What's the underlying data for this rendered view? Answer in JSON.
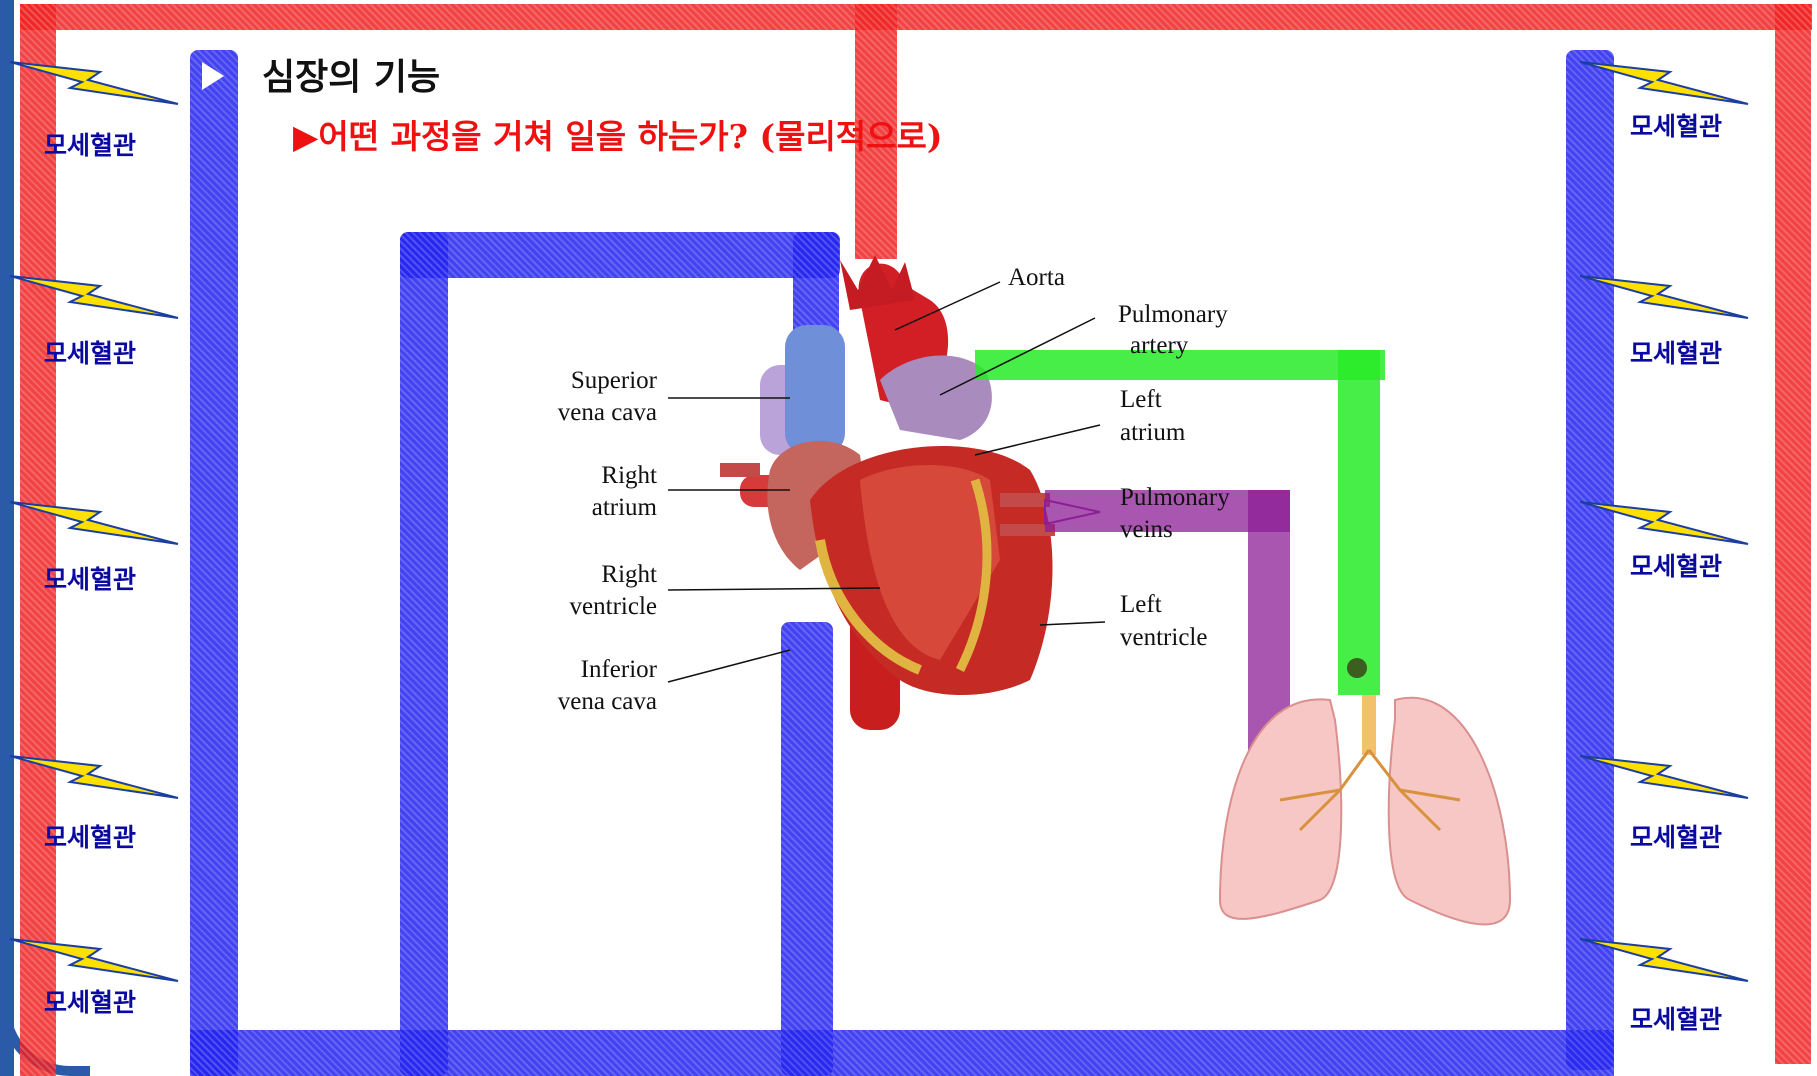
{
  "title": "심장의 기능",
  "subtitle": "▶어떤 과정을 거쳐 일을 하는가? (물리적으로)",
  "capillary_label": "모세혈관",
  "left_capillaries": [
    "모세혈관",
    "모세혈관",
    "모세혈관",
    "모세혈관",
    "모세혈관"
  ],
  "right_capillaries": [
    "모세혈관",
    "모세혈관",
    "모세혈관",
    "모세혈관",
    "모세혈관"
  ],
  "heart_labels": {
    "aorta": "Aorta",
    "pulmonary_artery_1": "Pulmonary",
    "pulmonary_artery_2": "artery",
    "left_atrium_1": "Left",
    "left_atrium_2": "atrium",
    "pulmonary_veins_1": "Pulmonary",
    "pulmonary_veins_2": "veins",
    "left_ventricle_1": "Left",
    "left_ventricle_2": "ventricle",
    "superior_vena_cava_1": "Superior",
    "superior_vena_cava_2": "vena cava",
    "right_atrium_1": "Right",
    "right_atrium_2": "atrium",
    "right_ventricle_1": "Right",
    "right_ventricle_2": "ventricle",
    "inferior_vena_cava_1": "Inferior",
    "inferior_vena_cava_2": "vena cava"
  },
  "colors": {
    "arterial": "#ee2222",
    "venous": "#2222ee",
    "pulmonary_artery": "#28eb28",
    "pulmonary_vein": "#8c1e96",
    "capillary_text": "#0a0aa0",
    "subtitle": "#ee1111",
    "bolt": "#ffe000"
  },
  "icons": [
    "lightning-bolt-icon",
    "heart-illustration",
    "lungs-illustration"
  ]
}
